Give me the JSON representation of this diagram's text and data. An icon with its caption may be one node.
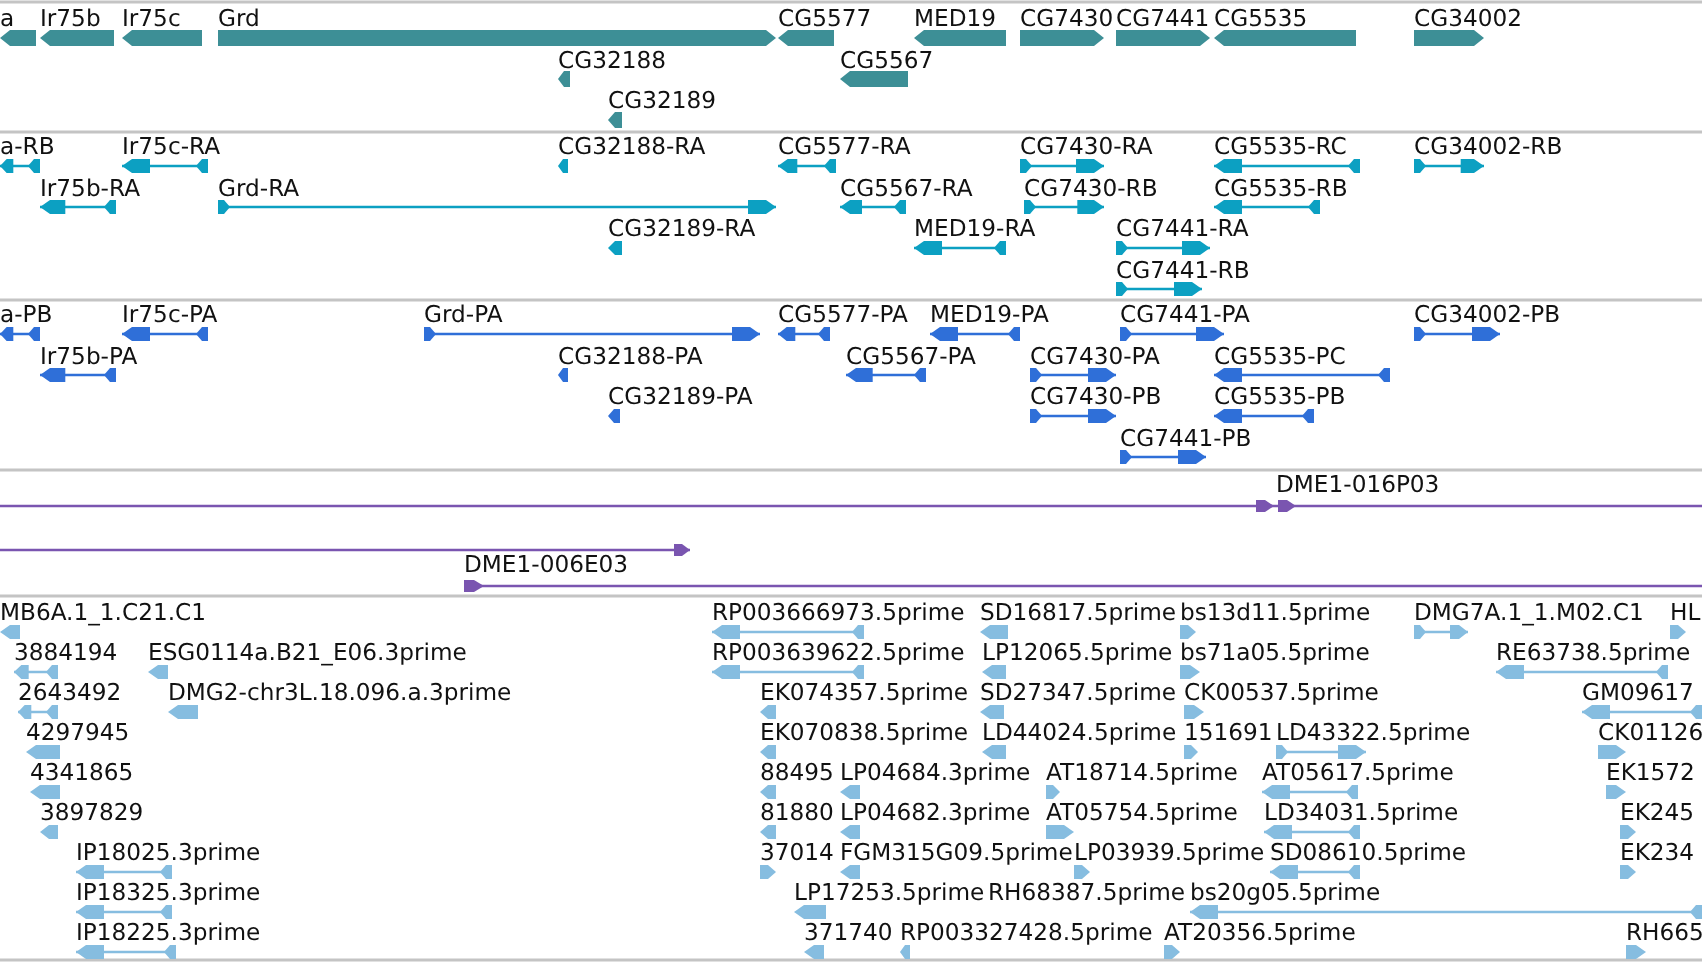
{
  "diagram": {
    "labels": [
      "a",
      "Ir75b",
      "Ir75c",
      "Grd",
      "CG5577",
      "MED19",
      "CG7430",
      "CG7441",
      "CG5535",
      "CG34002",
      "CG32188",
      "CG5567",
      "CG32189",
      "a-RB",
      "Ir75c-RA",
      "CG32188-RA",
      "CG5577-RA",
      "CG7430-RA",
      "CG5535-RC",
      "CG34002-RB",
      "Ir75b-RA",
      "Grd-RA",
      "CG5567-RA",
      "CG7430-RB",
      "CG5535-RB",
      "CG32189-RA",
      "MED19-RA",
      "CG7441-RA",
      "CG7441-RB",
      "a-PB",
      "Ir75c-PA",
      "Grd-PA",
      "CG5577-PA",
      "MED19-PA",
      "CG7441-PA",
      "CG34002-PB",
      "Ir75b-PA",
      "CG32188-PA",
      "CG5567-PA",
      "CG7430-PA",
      "CG5535-PC",
      "CG32189-PA",
      "CG7430-PB",
      "CG5535-PB",
      "CG7441-PB",
      "DME1-016P03",
      "DME1-006E03",
      "MB6A.1_1.C21.C1",
      "RP003666973.5prime",
      "SD16817.5prime",
      "bs13d11.5prime",
      "DMG7A.1_1.M02.C1",
      "HL",
      "3884194",
      "ESG0114a.B21_E06.3prime",
      "RP003639622.5prime",
      "LP12065.5prime",
      "bs71a05.5prime",
      "RE63738.5prime",
      "2643492",
      "DMG2-chr3L.18.096.a.3prime",
      "EK074357.5prime",
      "SD27347.5prime",
      "CK00537.5prime",
      "GM09617",
      "4297945",
      "EK070838.5prime",
      "LD44024.5prime",
      "151691",
      "LD43322.5prime",
      "CK01126",
      "4341865",
      "88495",
      "LP04684.3prime",
      "AT18714.5prime",
      "AT05617.5prime",
      "EK1572",
      "3897829",
      "81880",
      "LP04682.3prime",
      "AT05754.5prime",
      "LD34031.5prime",
      "EK245",
      "IP18025.3prime",
      "37014",
      "FGM315G09.5prime",
      "LP03939.5prime",
      "SD08610.5prime",
      "EK234",
      "IP18325.3prime",
      "LP17253.5prime",
      "RH68387.5prime",
      "bs20g05.5prime",
      "IP18225.3prime",
      "371740",
      "RP003327428.5prime",
      "AT20356.5prime",
      "RH665"
    ]
  }
}
